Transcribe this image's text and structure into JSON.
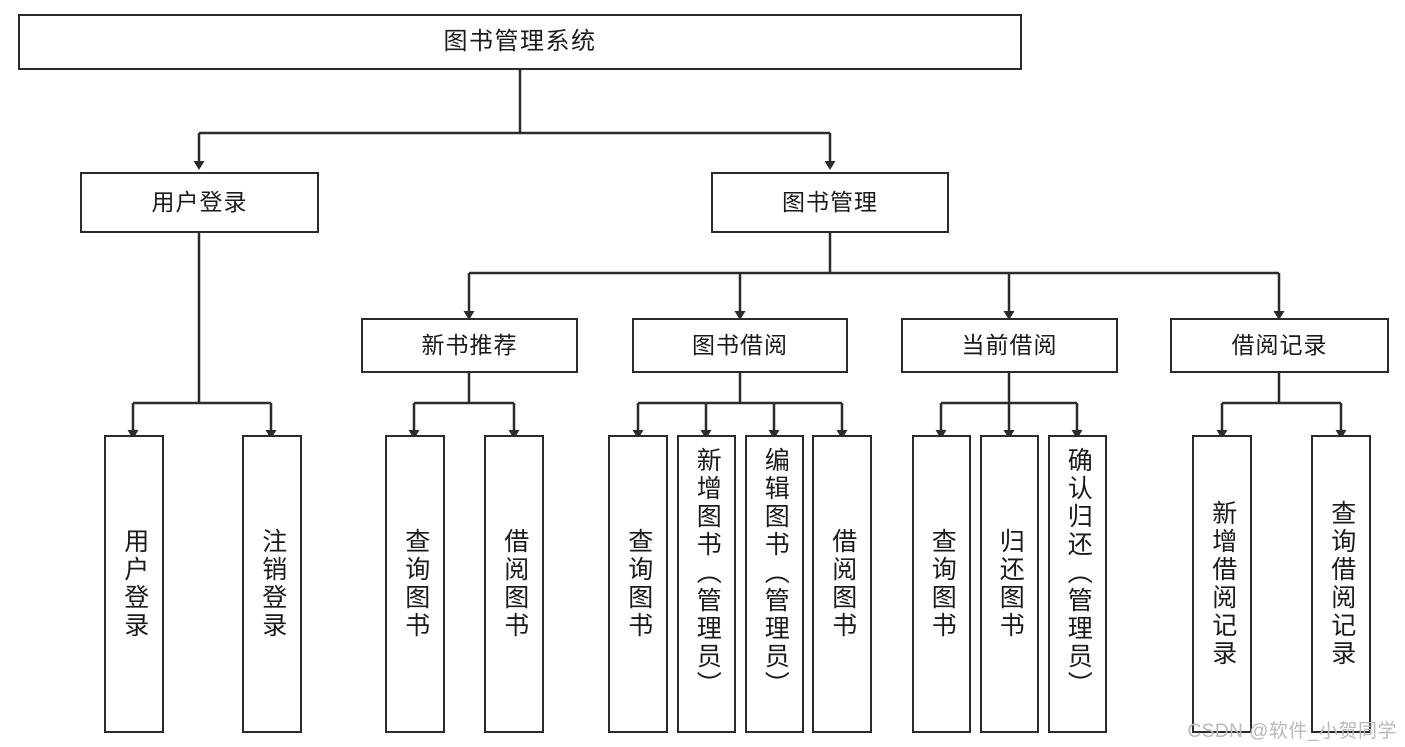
{
  "diagram": {
    "title": "图书管理系统",
    "type": "tree-hierarchy",
    "watermark": "CSDN @软件_小贺同学",
    "colors": {
      "stroke": "#2b2b2b",
      "fill": "#ffffff",
      "text": "#1a1a1a",
      "watermark": "#b9b9b9"
    },
    "root": {
      "label": "图书管理系统"
    },
    "level2": [
      {
        "label": "用户登录"
      },
      {
        "label": "图书管理"
      }
    ],
    "level3": [
      {
        "label": "新书推荐"
      },
      {
        "label": "图书借阅"
      },
      {
        "label": "当前借阅"
      },
      {
        "label": "借阅记录"
      }
    ],
    "leaves": {
      "user_login": [
        {
          "label": "用户登录"
        },
        {
          "label": "注销登录"
        }
      ],
      "new_book_recommend": [
        {
          "label": "查询图书"
        },
        {
          "label": "借阅图书"
        }
      ],
      "book_borrow": [
        {
          "label": "查询图书"
        },
        {
          "label": "新增图书（管理员）"
        },
        {
          "label": "编辑图书（管理员）"
        },
        {
          "label": "借阅图书"
        }
      ],
      "current_borrow": [
        {
          "label": "查询图书"
        },
        {
          "label": "归还图书"
        },
        {
          "label": "确认归还（管理员）"
        }
      ],
      "borrow_records": [
        {
          "label": "新增借阅记录"
        },
        {
          "label": "查询借阅记录"
        }
      ]
    }
  }
}
